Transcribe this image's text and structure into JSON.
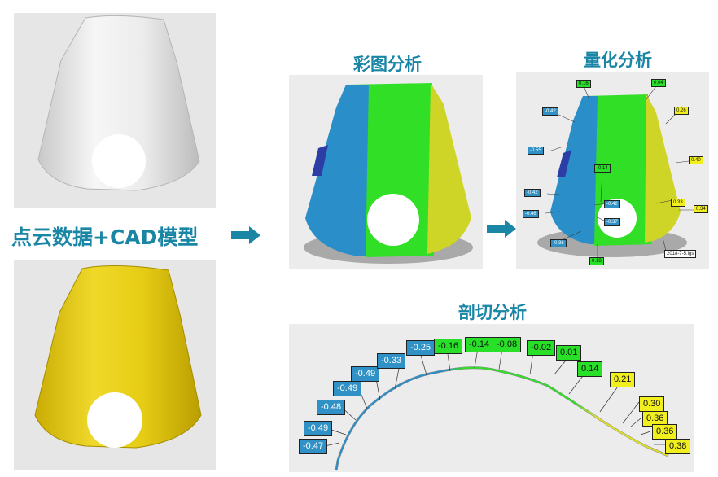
{
  "left_label": "点云数据+CAD模型",
  "headings": {
    "color_map": "彩图分析",
    "quantified": "量化分析",
    "section": "剖切分析"
  },
  "colors": {
    "accent": "#1a86a6",
    "blue": "#2f91c6",
    "green": "#28e028",
    "yellow": "#f1ef1e"
  },
  "quant_tags": [
    {
      "text": "0.16",
      "tone": "green"
    },
    {
      "text": "0.04",
      "tone": "green"
    },
    {
      "text": "-0.42",
      "tone": "blue"
    },
    {
      "text": "0.26",
      "tone": "yellow"
    },
    {
      "text": "-0.55",
      "tone": "blue"
    },
    {
      "text": "0.40",
      "tone": "yellow"
    },
    {
      "text": "-0.14",
      "tone": "green"
    },
    {
      "text": "-0.42",
      "tone": "blue"
    },
    {
      "text": "-0.42",
      "tone": "blue"
    },
    {
      "text": "0.33",
      "tone": "yellow"
    },
    {
      "text": "-0.46",
      "tone": "blue"
    },
    {
      "text": "0.34",
      "tone": "yellow"
    },
    {
      "text": "-0.37",
      "tone": "blue"
    },
    {
      "text": "-0.36",
      "tone": "blue"
    },
    {
      "text": "0.18",
      "tone": "green"
    },
    {
      "text": "2018-7-5.igs",
      "tone": "white"
    }
  ],
  "section_tags": [
    {
      "text": "-0.47",
      "tone": "blue"
    },
    {
      "text": "-0.49",
      "tone": "blue"
    },
    {
      "text": "-0.48",
      "tone": "blue"
    },
    {
      "text": "-0.49",
      "tone": "blue"
    },
    {
      "text": "-0.49",
      "tone": "blue"
    },
    {
      "text": "-0.33",
      "tone": "blue"
    },
    {
      "text": "-0.25",
      "tone": "blue"
    },
    {
      "text": "-0.16",
      "tone": "green"
    },
    {
      "text": "-0.14",
      "tone": "green"
    },
    {
      "text": "-0.08",
      "tone": "green"
    },
    {
      "text": "-0.02",
      "tone": "green"
    },
    {
      "text": "0.01",
      "tone": "green"
    },
    {
      "text": "0.14",
      "tone": "green"
    },
    {
      "text": "0.21",
      "tone": "yellow"
    },
    {
      "text": "0.30",
      "tone": "yellow"
    },
    {
      "text": "0.36",
      "tone": "yellow"
    },
    {
      "text": "0.36",
      "tone": "yellow"
    },
    {
      "text": "0.38",
      "tone": "yellow"
    }
  ]
}
